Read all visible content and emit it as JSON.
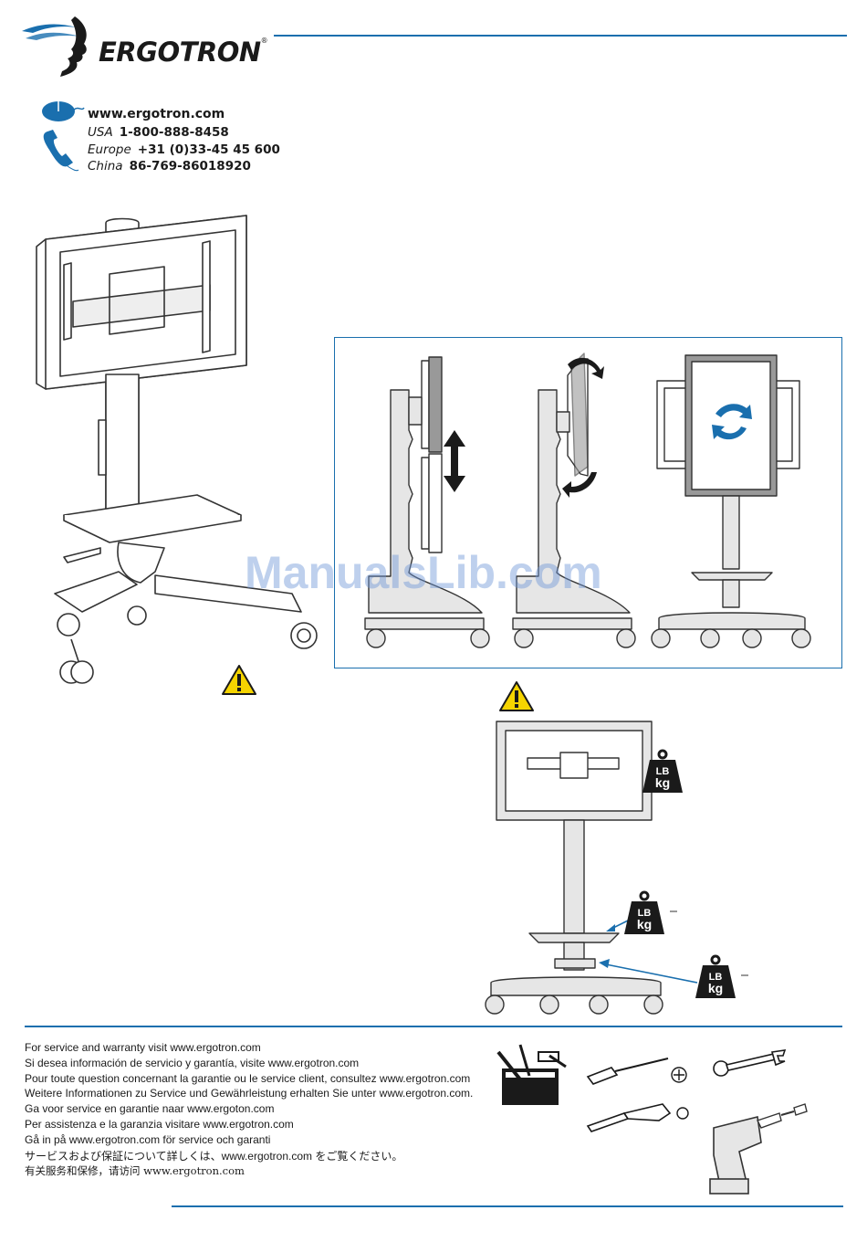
{
  "brand": {
    "name": "ERGOTRON",
    "registered": "®"
  },
  "contact": {
    "website": "www.ergotron.com",
    "phones": [
      {
        "region": "USA",
        "number": "1-800-888-8458"
      },
      {
        "region": "Europe",
        "number": "+31 (0)33-45 45 600"
      },
      {
        "region": "China",
        "number": "86-769-86018920"
      }
    ]
  },
  "weights": [
    {
      "lb": "LB",
      "kg": "kg"
    },
    {
      "lb": "LB",
      "kg": "kg"
    },
    {
      "lb": "LB",
      "kg": "kg"
    }
  ],
  "service_lines": [
    "For service and warranty visit www.ergotron.com",
    "Si desea información de servicio y garantía, visite www.ergotron.com",
    "Pour toute question concernant la garantie ou le service client, consultez www.ergotron.com",
    "Weitere Informationen zu Service und Gewährleistung erhalten Sie unter www.ergotron.com.",
    "Ga voor service en garantie naar www.ergoton.com",
    "Per assistenza e la garanzia visitare www.ergotron.com",
    "Gå in på www.ergotron.com för service och garanti",
    "サービスおよび保証について詳しくは、www.ergotron.com をご覧ください。",
    "有关服务和保修，请访问 www.ergotron.com"
  ],
  "watermark": "ManualsLib.com",
  "colors": {
    "accent": "#1a6fae",
    "warning": "#f5d400",
    "line": "#333333",
    "fill": "#e6e6e6"
  }
}
